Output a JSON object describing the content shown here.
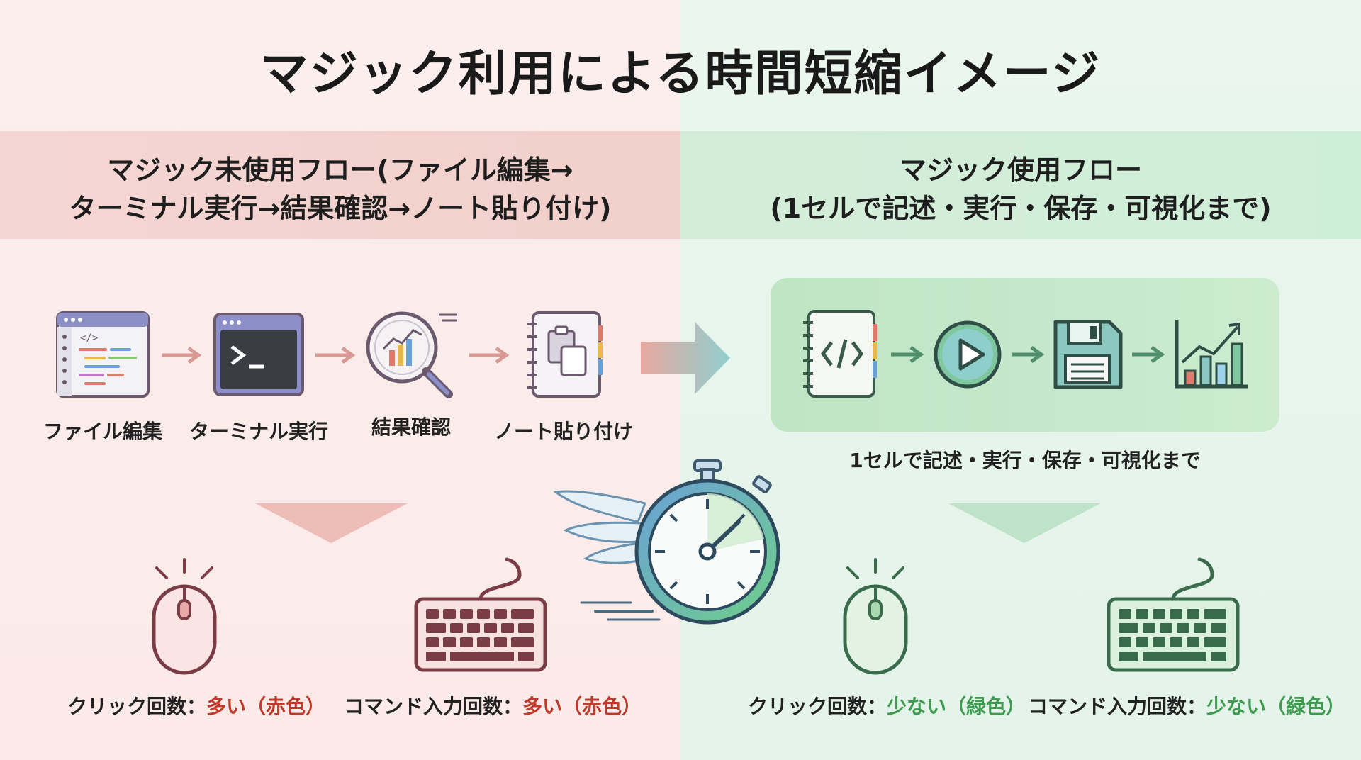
{
  "title": "マジック利用による時間短縮イメージ",
  "left": {
    "header_line1": "マジック未使用フロー(ファイル編集→",
    "header_line2": "ターミナル実行→結果確認→ノート貼り付け)",
    "steps": [
      {
        "label": "ファイル編集",
        "icon": "code-editor-icon"
      },
      {
        "label": "ターミナル実行",
        "icon": "terminal-icon"
      },
      {
        "label": "結果確認",
        "icon": "magnifier-chart-icon"
      },
      {
        "label": "ノート貼り付け",
        "icon": "notebook-paste-icon"
      }
    ],
    "click_label": "クリック回数：",
    "click_value": "多い（赤色）",
    "command_label": "コマンド入力回数：",
    "command_value": "多い（赤色）"
  },
  "right": {
    "header_line1": "マジック使用フロー",
    "header_line2": "(1セルで記述・実行・保存・可視化まで)",
    "flow_label": "1セルで記述・実行・保存・可視化まで",
    "steps": [
      {
        "icon": "code-notebook-icon"
      },
      {
        "icon": "play-icon"
      },
      {
        "icon": "save-icon"
      },
      {
        "icon": "bar-chart-icon"
      }
    ],
    "click_label": "クリック回数：",
    "click_value": "少ない（緑色）",
    "command_label": "コマンド入力回数：",
    "command_value": "少ない（緑色）"
  },
  "colors": {
    "red": "#c0392b",
    "green": "#3e9b4f"
  }
}
